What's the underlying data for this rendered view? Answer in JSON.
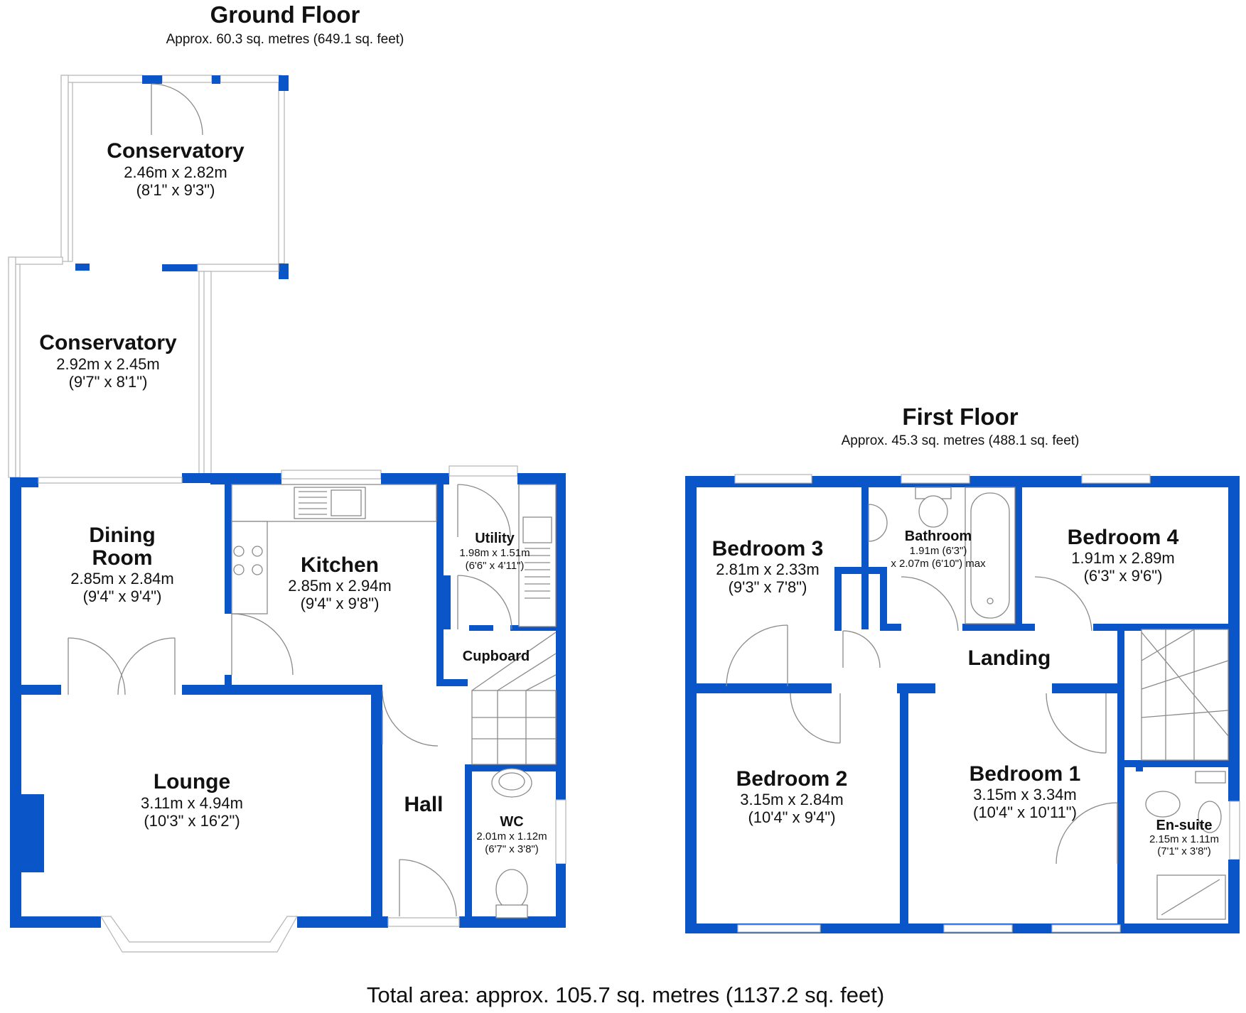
{
  "floors": {
    "ground": {
      "title": "Ground Floor",
      "area": "Approx. 60.3 sq. metres (649.1 sq. feet)",
      "rooms": {
        "conservatory_upper": {
          "name": "Conservatory",
          "metric": "2.46m x 2.82m",
          "imperial": "(8'1\" x 9'3\")"
        },
        "conservatory_lower": {
          "name": "Conservatory",
          "metric": "2.92m x 2.45m",
          "imperial": "(9'7\" x 8'1\")"
        },
        "dining_room": {
          "name_line1": "Dining",
          "name_line2": "Room",
          "metric": "2.85m x 2.84m",
          "imperial": "(9'4\" x 9'4\")"
        },
        "kitchen": {
          "name": "Kitchen",
          "metric": "2.85m x 2.94m",
          "imperial": "(9'4\" x 9'8\")"
        },
        "utility": {
          "name": "Utility",
          "metric": "1.98m x 1.51m",
          "imperial": "(6'6\" x 4'11\")"
        },
        "cupboard": {
          "name": "Cupboard"
        },
        "lounge": {
          "name": "Lounge",
          "metric": "3.11m x 4.94m",
          "imperial": "(10'3\" x 16'2\")"
        },
        "hall": {
          "name": "Hall"
        },
        "wc": {
          "name": "WC",
          "metric": "2.01m x 1.12m",
          "imperial": "(6'7\" x 3'8\")"
        }
      }
    },
    "first": {
      "title": "First Floor",
      "area": "Approx. 45.3 sq. metres (488.1 sq. feet)",
      "rooms": {
        "bedroom3": {
          "name": "Bedroom 3",
          "metric": "2.81m x 2.33m",
          "imperial": "(9'3\" x 7'8\")"
        },
        "bathroom": {
          "name": "Bathroom",
          "metric": "1.91m (6'3\")",
          "imperial": "x 2.07m (6'10\") max"
        },
        "bedroom4": {
          "name": "Bedroom 4",
          "metric": "1.91m x 2.89m",
          "imperial": "(6'3\" x 9'6\")"
        },
        "landing": {
          "name": "Landing"
        },
        "bedroom2": {
          "name": "Bedroom 2",
          "metric": "3.15m x 2.84m",
          "imperial": "(10'4\" x 9'4\")"
        },
        "bedroom1": {
          "name": "Bedroom 1",
          "metric": "3.15m x 3.34m",
          "imperial": "(10'4\" x 10'11\")"
        },
        "ensuite": {
          "name": "En-suite",
          "metric": "2.15m x 1.11m",
          "imperial": "(7'1\" x 3'8\")"
        }
      }
    }
  },
  "total_area": "Total area: approx. 105.7 sq. metres (1137.2 sq. feet)",
  "colors": {
    "wall": "#0a55c8",
    "window": "#b5b5b5",
    "text": "#111111"
  }
}
